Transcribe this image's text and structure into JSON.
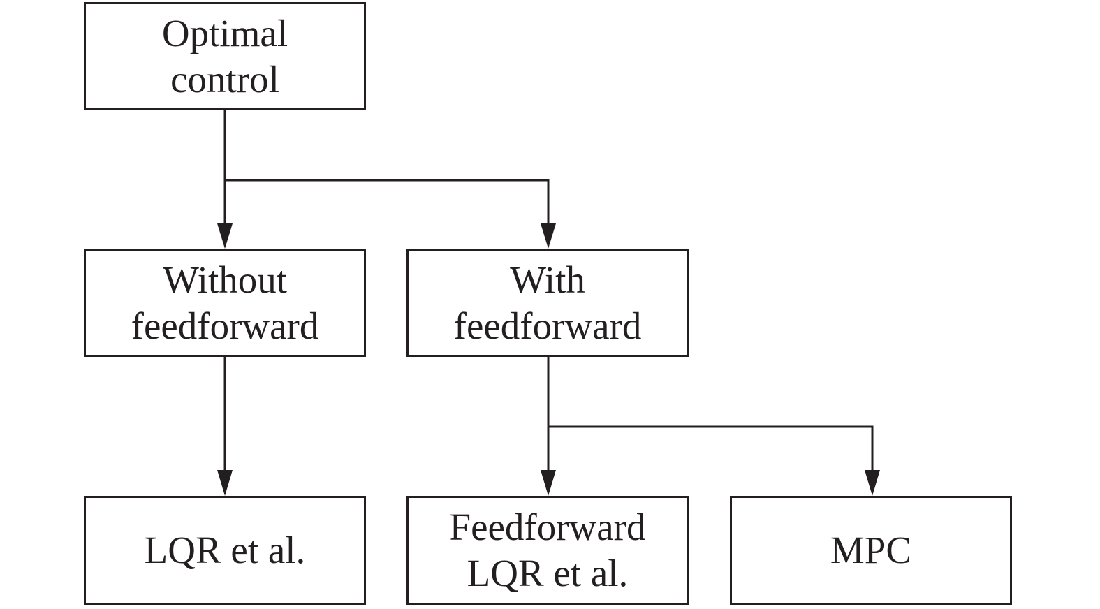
{
  "diagram": {
    "root": {
      "lines": [
        "Optimal",
        "control"
      ]
    },
    "without_feedforward": {
      "lines": [
        "Without",
        "feedforward"
      ]
    },
    "with_feedforward": {
      "lines": [
        "With",
        "feedforward"
      ]
    },
    "lqr": {
      "lines": [
        "LQR et al."
      ]
    },
    "feedforward_lqr": {
      "lines": [
        "Feedforward",
        "LQR et al."
      ]
    },
    "mpc": {
      "lines": [
        "MPC"
      ]
    }
  },
  "colors": {
    "ink": "#231f20",
    "background": "#ffffff"
  }
}
